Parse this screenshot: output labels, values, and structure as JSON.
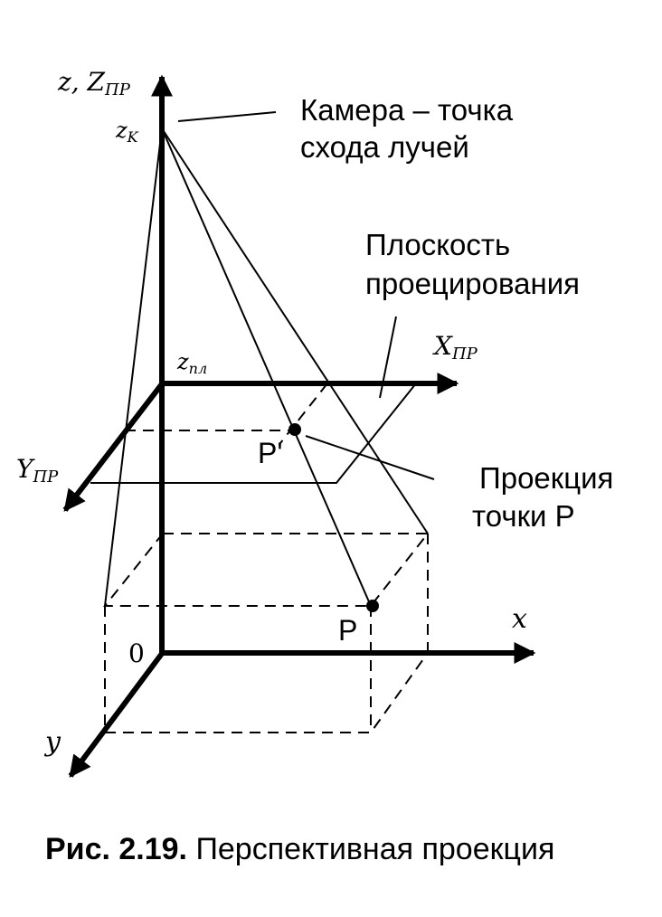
{
  "labels": {
    "z_axis_main": "z, Z",
    "z_axis_sub": "ПР",
    "zk_main": "z",
    "zk_sub": "K",
    "zpl_main": "z",
    "zpl_sub": "пл",
    "x_proj_main": "X",
    "x_proj_sub": "ПР",
    "y_proj_main": "Y",
    "y_proj_sub": "ПР",
    "x_axis": "x",
    "y_axis": "y",
    "origin": "0",
    "point_p": "P",
    "point_p_prime": "P'"
  },
  "annotations": {
    "camera_line1": "Камера – точка",
    "camera_line2": "схода лучей",
    "plane_line1": "Плоскость",
    "plane_line2": "проецирования",
    "projection_line1": "Проекция",
    "projection_line2": "точки P"
  },
  "caption": {
    "number": "Рис. 2.19.",
    "text": " Перспективная проекция"
  }
}
